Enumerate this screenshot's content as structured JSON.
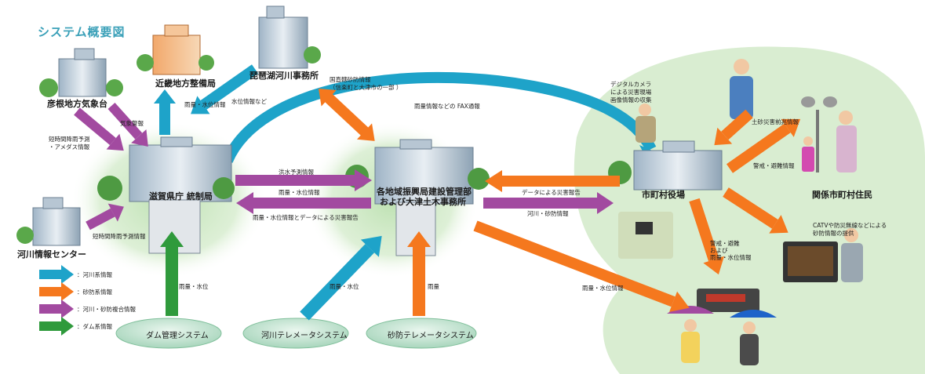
{
  "title": "システム概要図",
  "buildings": {
    "hikone": "彦根地方気象台",
    "kinki": "近畿地方整備局",
    "biwako": "琵琶湖河川事務所",
    "kasen_center": "河川情報センター",
    "shiga": "滋賀県庁  統制局",
    "regional_line1": "各地域振興局建設管理部",
    "regional_line2": "および大津土木事務所",
    "municipal": "市町村役場",
    "residents": "関係市町村住民"
  },
  "systems": {
    "dam": "ダム管理システム",
    "river_telemeter": "河川テレメータシステム",
    "sabo_telemeter": "砂防テレメータシステム"
  },
  "flows": {
    "kishou": "気象警報",
    "short_rain": "短時間降雨予測",
    "amedas": "・アメダス情報",
    "rain_level_kinki": "雨量・水位情報",
    "water_level": "水位情報など",
    "kokudo_line1": "国直轄砂防情報",
    "kokudo_line2": "（信楽町と大津市の一部 ）",
    "fax": "雨量情報などの FAX通報",
    "digital_line1": "デジタルカメラ",
    "digital_line2": "による災害現場",
    "digital_line3": "画像情報の収集",
    "doseki": "土砂災害前兆情報",
    "keikai": "警戒・避難情報",
    "flood_forecast": "洪水予測情報",
    "rain_level_shiga": "雨量・水位情報",
    "rain_level_data": "雨量・水位情報とデータによる災害報告",
    "data_report": "データによる災害報告",
    "river_sabo": "河川・砂防情報",
    "short_rain_center": "短時間降雨予測情報",
    "rain_level_dam": "雨量・水位",
    "rain_level_river": "雨量・水位",
    "rain": "雨量",
    "rain_level_info": "雨量・水位情報",
    "keikai_line1": "警戒・避難",
    "keikai_line2": "および",
    "keikai_line3": "雨量・水位情報",
    "catv_line1": "CATVや防災無線などによる",
    "catv_line2": "砂防情報の提供"
  },
  "legend": [
    {
      "label": "：河川系情報",
      "color": "#1ea3c9"
    },
    {
      "label": "：砂防系情報",
      "color": "#f5781e"
    },
    {
      "label": "：河川・砂防複合情報",
      "color": "#a24aa0"
    },
    {
      "label": "：ダム系情報",
      "color": "#2f9a3c"
    }
  ],
  "colors": {
    "river": "#1ea3c9",
    "sabo": "#f5781e",
    "combined": "#a24aa0",
    "dam": "#2f9a3c",
    "glow": "#c8e6bf",
    "title": "#3aa0b8"
  }
}
